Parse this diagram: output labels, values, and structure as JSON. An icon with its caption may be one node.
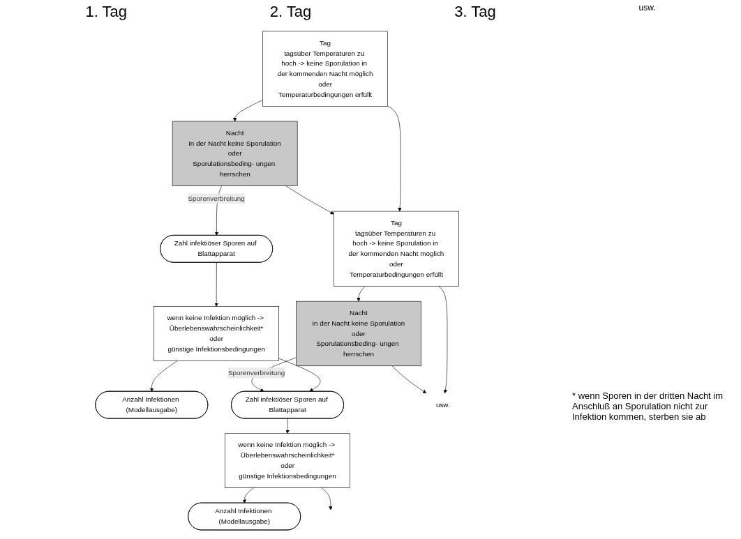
{
  "diagram": {
    "nodes": [
      {
        "text": [
          "Tag",
          "tagsüber Temperaturen zu hoch -> keine Sporulation in der kommenden Nacht möglich",
          "oder",
          "Temperaturbedingungen erfüllt"
        ]
      },
      {
        "text": [
          "Nacht",
          "in der Nacht keine Sporulation",
          "oder",
          "Sporulationsbeding- ungen herrschen"
        ]
      },
      {
        "text": [
          "Zahl infektiöser Sporen auf Blattapparat"
        ]
      },
      {
        "text": [
          "wenn keine Infektion möglich -> Überlebenswahrscheinlichkeit*",
          "oder",
          "günstige Infektionsbedingungen"
        ]
      },
      {
        "text": [
          "Anzahl Infektionen (Modellausgabe)"
        ]
      },
      {
        "text": [
          "Tag",
          "tagsüber Temperaturen zu hoch -> keine Sporulation in der kommenden Nacht möglich",
          "oder",
          "Temperaturbedingungen erfüllt"
        ]
      },
      {
        "text": [
          "Nacht",
          "in der Nacht keine Sporulation",
          "oder",
          "Sporulationsbeding- ungen herrschen"
        ]
      },
      {
        "text": [
          "Zahl infektiöser Sporen auf Blattapparat"
        ]
      },
      {
        "text": [
          "wenn keine Infektion möglich -> Überlebenswahrscheinlichkeit*",
          "oder",
          "günstige Infektionsbedingungen"
        ]
      },
      {
        "text": [
          "Anzahl Infektionen (Modellausgabe)"
        ]
      },
      {
        "text": [
          "usw."
        ]
      }
    ],
    "edges": [
      {
        "from": 0,
        "to": 1,
        "arrow": "to"
      },
      {
        "from": 0,
        "to": 5,
        "arrow": "to"
      },
      {
        "from": 1,
        "to": 5,
        "arrow": "to"
      },
      {
        "from": 1,
        "to": 2,
        "arrow": "to",
        "label": "Sporenverbreitung"
      },
      {
        "from": 2,
        "to": 3,
        "arrow": "to"
      },
      {
        "from": 3,
        "to": 7,
        "arrow": "to"
      },
      {
        "from": 3,
        "to": 4,
        "arrow": "to"
      },
      {
        "from": 5,
        "to": 6,
        "arrow": "to"
      },
      {
        "from": 5,
        "to": 10,
        "arrow": "to"
      },
      {
        "from": 6,
        "to": 10,
        "arrow": "to"
      },
      {
        "from": 6,
        "to": 7,
        "arrow": "to",
        "label": "Sporenverbreitung"
      },
      {
        "from": 7,
        "to": 8,
        "arrow": "to"
      },
      {
        "from": 8,
        "to": 9,
        "arrow": "to"
      },
      {
        "from": 8,
        "to": null,
        "arrow": "to"
      }
    ],
    "labels": [
      "1. Tag",
      "2. Tag",
      "3. Tag",
      "usw.",
      "* wenn Sporen in der dritten Nacht im Anschluß an Sporulation nicht zur Infektion kommen, sterben sie ab"
    ]
  }
}
